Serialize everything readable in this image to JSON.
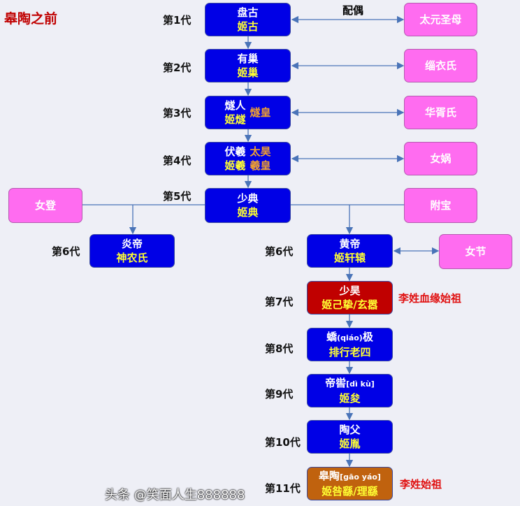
{
  "title": "皋陶之前",
  "spouse_label": "配偶",
  "gens": [
    "第1代",
    "第2代",
    "第3代",
    "第4代",
    "第5代",
    "第6代",
    "第6代",
    "第7代",
    "第8代",
    "第9代",
    "第10代",
    "第11代"
  ],
  "main": [
    {
      "name": "盘古",
      "sub": "姬古"
    },
    {
      "name": "有巢",
      "sub": "姬巢"
    },
    {
      "name": "燧人",
      "sub": "姬燧",
      "title": "燧皇"
    },
    {
      "name": "伏羲",
      "sub": "姬羲",
      "title": "太昊",
      "title2": "羲皇"
    },
    {
      "name": "少典",
      "sub": "姬典"
    }
  ],
  "wives": [
    "太元圣母",
    "缁衣氏",
    "华胥氏",
    "女娲",
    "附宝"
  ],
  "nvdeng": "女登",
  "yandi": {
    "name": "炎帝",
    "sub": "神农氏"
  },
  "huangdi": {
    "name": "黄帝",
    "sub": "姬轩辕"
  },
  "nvjie": "女节",
  "line": [
    {
      "name": "少昊",
      "sub": "姬己挚/玄嚣"
    },
    {
      "name": "蟜",
      "pinyin": "(qiáo)",
      "name2": "极",
      "sub": "排行老四"
    },
    {
      "name": "帝喾",
      "pinyin": "[dì kù]",
      "sub": "姬夋"
    },
    {
      "name": "陶父",
      "sub": "姬胤"
    },
    {
      "name": "皋陶",
      "pinyin": "[gāo yáo]",
      "sub": "姬咎繇/理繇"
    }
  ],
  "note_li": "李姓血缘始祖",
  "note_li2": "李姓始祖",
  "watermark": "头条 @笑面人生888888"
}
